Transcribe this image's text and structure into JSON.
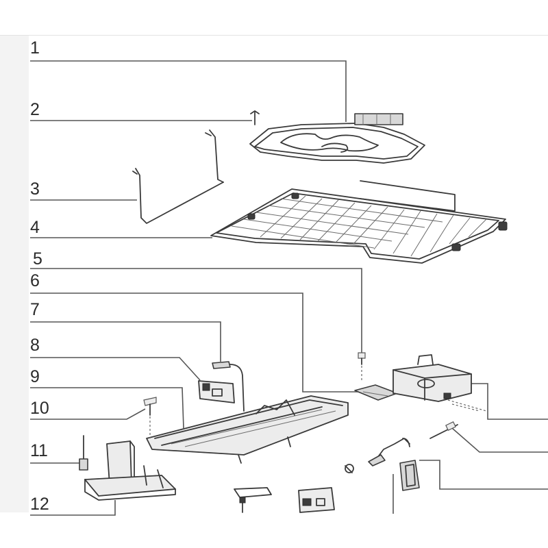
{
  "callouts": [
    "1",
    "2",
    "3",
    "4",
    "5",
    "6",
    "7",
    "8",
    "9",
    "10",
    "11",
    "12"
  ],
  "icons": {
    "heating-element": "heating-element-icon",
    "screw": "screw-icon",
    "rack-support": "wire-support-icon",
    "wire-rack": "wire-rack-icon",
    "bracket": "bracket-icon",
    "switch": "switch-icon"
  },
  "colors": {
    "line": "#555555",
    "text": "#2a2a2a",
    "part_fill": "#d8d8d8"
  }
}
